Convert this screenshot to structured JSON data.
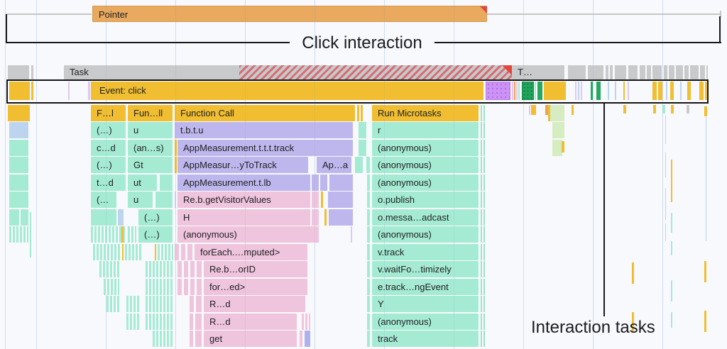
{
  "annotations": {
    "bracket_label": "Click interaction",
    "tasks_label": "Interaction tasks"
  },
  "tracks": {
    "pointer": "Pointer",
    "task": "Task",
    "task_overflow": "T…",
    "event": "Event: click"
  },
  "flame": {
    "headers": {
      "col1": "F…l",
      "col2": "Fun…ll",
      "col3": "Function Call",
      "col4": "Run Microtasks"
    },
    "col1": [
      "(…)",
      "c…d",
      "(…)",
      "t…d",
      "(…"
    ],
    "col2": [
      "u",
      "(an…s)",
      "Gt",
      "ut",
      "u",
      "(…)",
      "(…)"
    ],
    "col3": [
      "t.b.t.u",
      "AppMeasurement.t.t.t.track",
      "AppMeasur…yToTrack",
      "Ap…a",
      "AppMeasurement.t.lb",
      "Re.b.getVisitorValues",
      "H",
      "(anonymous)",
      "forEach.…mputed>",
      "Re.b…orID",
      "for…ed>",
      "R…d",
      "R…d",
      "get"
    ],
    "col4": [
      "r",
      "(anonymous)",
      "(anonymous)",
      "(anonymous)",
      "o.publish",
      "o.messa…adcast",
      "(anonymous)",
      "v.track",
      "v.waitFo…timizely",
      "e.track…ngEvent",
      "Y",
      "(anonymous)",
      "track"
    ]
  },
  "colors": {
    "scripting_yellow": "#F0BE30",
    "interaction_orange": "#E9A95F",
    "task_gray": "#C9CACB",
    "function_purple": "#BEB7ED",
    "function_pink": "#EFC4DD",
    "microtask_teal": "#A5EBD3",
    "light_blue": "#BDD4EF",
    "selected_purple": "#CD92F6",
    "gc_green": "#27A862",
    "alert_red": "#E4453C"
  }
}
